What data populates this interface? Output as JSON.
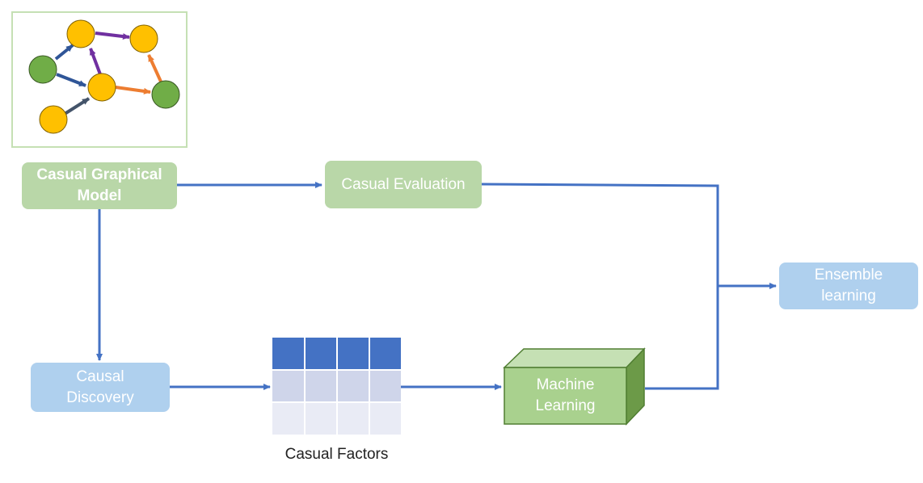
{
  "nodes": {
    "graphical_model": "Casual Graphical\nModel",
    "evaluation": "Casual Evaluation",
    "discovery": "Causal\nDiscovery",
    "ensemble": "Ensemble\nlearning",
    "machine_learning": "Machine\nLearning",
    "factors_caption": "Casual Factors"
  },
  "colors": {
    "flow_arrow": "#4472c4",
    "green_node": "#b9d7a8",
    "blue_node": "#afd0ee",
    "table_header": "#4472c4",
    "table_row_mid": "#cfd5ea",
    "table_row_light": "#e9ebf5",
    "cube_front": "#a9d18e",
    "graph_yellow": "#ffc000",
    "graph_green": "#70ad47",
    "graph_purple": "#7030a0",
    "graph_orange": "#ed7d31",
    "graph_blue": "#2f5597",
    "graph_slate": "#44546a"
  }
}
